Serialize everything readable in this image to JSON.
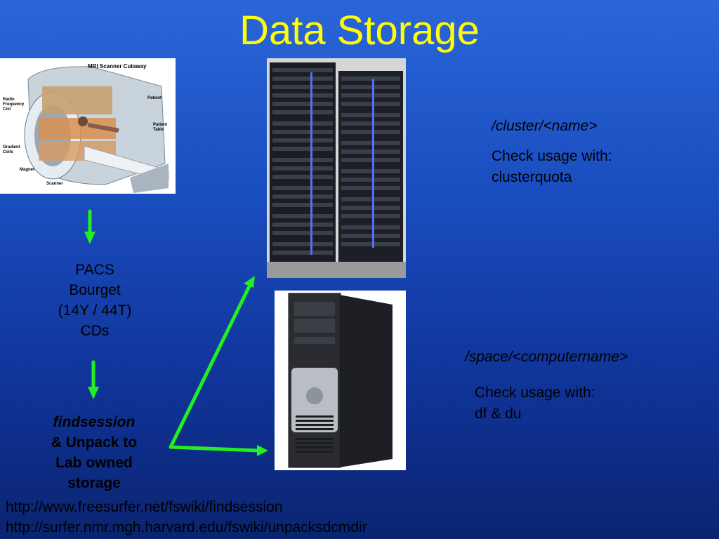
{
  "title": "Data Storage",
  "mri": {
    "heading": "MRI Scanner Cutaway",
    "labels": {
      "rf_coil_1": "Radio",
      "rf_coil_2": "Frequency",
      "rf_coil_3": "Coil",
      "patient": "Patient",
      "table_1": "Patient",
      "table_2": "Table",
      "gradient_1": "Gradient",
      "gradient_2": "Coils",
      "magnet": "Magnet",
      "scanner": "Scanner"
    }
  },
  "pacs": {
    "line1": "PACS",
    "line2": "Bourget",
    "line3": "(14Y / 44T)",
    "line4": "CDs"
  },
  "findsession": {
    "cmd": "findsession",
    "line2": "& Unpack to",
    "line3": "Lab owned",
    "line4": "storage"
  },
  "urls": [
    "http://www.freesurfer.net/fswiki/findsession",
    "http://surfer.nmr.mgh.harvard.edu/fswiki/unpacksdcmdir"
  ],
  "cluster": {
    "path": "/cluster/<name>",
    "usage_line1": "Check usage with:",
    "usage_line2": "clusterquota"
  },
  "space": {
    "path": "/space/<computername>",
    "usage_line1": "Check usage with:",
    "usage_line2": "df  & du"
  },
  "colors": {
    "title": "#ffff00",
    "arrow": "#22ee22"
  }
}
